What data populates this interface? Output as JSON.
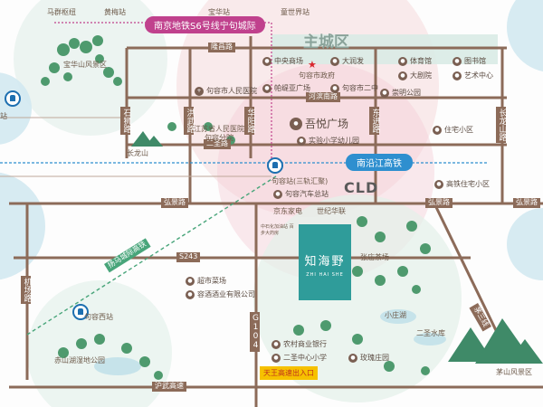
{
  "banners": {
    "metro": "南京地铁S6号线宁句城际",
    "hsr": "南沿江高铁",
    "expressway_exit": "天王高速出入口"
  },
  "districts": {
    "main_city": "主城区",
    "cld": "CLD"
  },
  "top_labels": [
    "马群枢纽",
    "黄梅站",
    "宝华站",
    "童世界站"
  ],
  "roads": {
    "horizontal": [
      "隆昌路",
      "河滨南路",
      "二圣路",
      "弘景路",
      "弘景路",
      "弘景路",
      "S243",
      "沪武高速"
    ],
    "vertical": [
      "石狮路",
      "洪武路",
      "华阳路",
      "东进路",
      "长龙山路",
      "机场路",
      "G104"
    ],
    "diagonal_road": "茅三线",
    "rail": "扬马城际高铁"
  },
  "pois": {
    "zhongyang": "中央商场",
    "daruntfa": "大润发",
    "gov": "句容市政府",
    "palace": "帕缇亚广场",
    "school2": "句容市二中",
    "hospital1": "句容市人民医院",
    "hospital2": "江苏省人民医院 句容分院",
    "wuyue": "吾悦广场",
    "shiyan": "实验小学幼儿园",
    "tiyuguan": "体育馆",
    "tushuguan": "图书馆",
    "dajuyuan": "大剧院",
    "yishu": "艺术中心",
    "chongming": "崇明公园",
    "zhuyuan": "住宅小区",
    "gaotie_zhuzhai": "高铁住宅小区",
    "juronsanguihui": "句容站(三轨汇聚)",
    "qiche": "句容汽车总站",
    "jingdong": "京东家电",
    "shiji": "世纪华联",
    "zhongqi": "中石化加油站 百步大药房",
    "chaoshi": "超市菜场",
    "rongjiu": "容酒酒业有限公司",
    "zhangmiao": "张庙茶场",
    "xiaozhuhu": "小庄湖",
    "nongcun": "农村商业银行",
    "erzhong_xiao": "二圣中心小学",
    "meigui": "玫瑰庄园",
    "erzhong_water": "二圣水库",
    "maoshan": "茅山风景区",
    "chishan": "赤山湖湿地公园",
    "baohua": "宝华山风景区",
    "changlongshan": "长龙山",
    "juroxi": "句容西站",
    "left_station": "站"
  },
  "project": {
    "name": "知海野",
    "pinyin": "ZHI HAI SHE"
  },
  "colors": {
    "banner_metro": "#c0418d",
    "banner_hsr": "#2e8fcf",
    "road": "#8c6b59",
    "gaosu": "#f6c100",
    "project": "#2f9c9a"
  }
}
